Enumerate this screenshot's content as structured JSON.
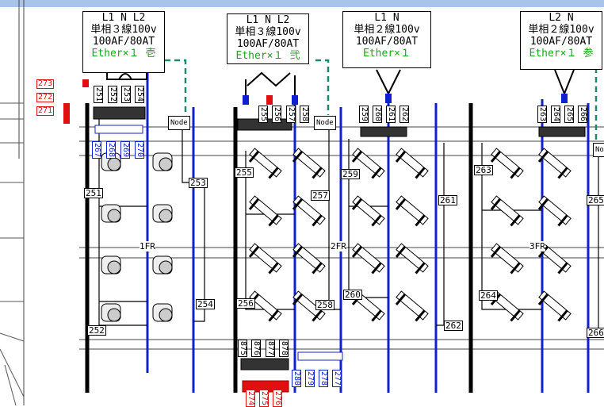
{
  "panels": [
    {
      "phase": "L1  N  L2",
      "system": "単相３線100v",
      "rating": "100AF/80AT",
      "ether": "Ether×１",
      "index": "壱"
    },
    {
      "phase": "L1  N  L2",
      "system": "単相３線100v",
      "rating": "100AF/80AT",
      "ether": "Ether×１",
      "index": "弐"
    },
    {
      "phase": "L1  N",
      "system": "単相２線100v",
      "rating": "100AF/80AT",
      "ether": "Ether×１",
      "index": ""
    },
    {
      "phase": "L2  N",
      "system": "単相２線100v",
      "rating": "100AF/80AT",
      "ether": "Ether×１",
      "index": "参"
    }
  ],
  "floors": {
    "f1": "1FR",
    "f2": "2FR",
    "f3": "3FR"
  },
  "node_label": "Node",
  "circuit_labels": {
    "c251": "251",
    "c252": "252",
    "c253": "253",
    "c254": "254",
    "c255": "255",
    "c256": "256",
    "c257": "257",
    "c258": "258",
    "c259": "259",
    "c260": "260",
    "c261": "261",
    "c262": "262",
    "c263": "263",
    "c264": "264",
    "c265": "265",
    "c266": "266"
  },
  "breaker_labels": {
    "b1": [
      "251",
      "252",
      "253",
      "254"
    ],
    "b2": [
      "255",
      "256",
      "257",
      "258"
    ],
    "b3": [
      "259",
      "260",
      "261",
      "262"
    ],
    "b4": [
      "263",
      "264",
      "265",
      "266"
    ],
    "b5": [
      "875",
      "876",
      "877",
      "878"
    ]
  },
  "outlet_labels": {
    "o1": [
      "267",
      "268",
      "269",
      "270"
    ],
    "o2": [
      "280",
      "279",
      "278",
      "277"
    ],
    "o3": [
      "274",
      "275",
      "276"
    ]
  },
  "red_labels": [
    "273",
    "272",
    "271"
  ],
  "legend_colors": {
    "power": "#1020d0",
    "signal": "#1a8a6a",
    "hot": "#e01010"
  }
}
